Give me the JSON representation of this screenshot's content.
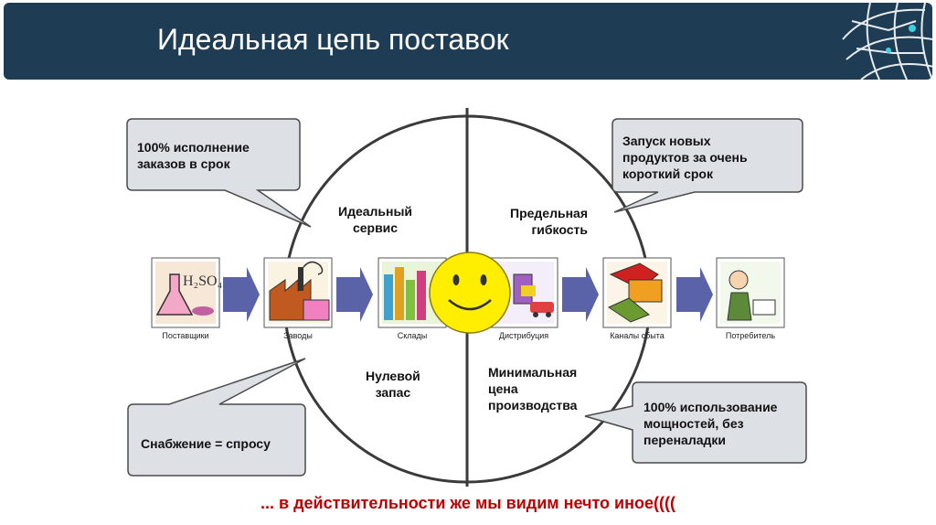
{
  "title": "Идеальная цепь поставок",
  "callouts": {
    "top_left": [
      "100% исполнение",
      "заказов в срок"
    ],
    "top_right": [
      "Запуск новых",
      "продуктов за очень",
      "короткий срок"
    ],
    "bottom_left": [
      "Снабжение = спросу"
    ],
    "bottom_right": [
      "100% использование",
      "мощностей, без",
      "переналадки"
    ]
  },
  "quadrants": {
    "top_left": [
      "Идеальный",
      "сервис"
    ],
    "top_right": [
      "Предельная",
      "гибкость"
    ],
    "bottom_left": [
      "Нулевой",
      "запас"
    ],
    "bottom_right": [
      "Минимальная",
      "цена",
      "производства"
    ]
  },
  "stages": [
    "Поставщики",
    "Заводы",
    "Склады",
    "Дистрибуция",
    "Каналы сбыта",
    "Потребитель"
  ],
  "footer": "... в действительности же мы видим нечто иное((((",
  "colors": {
    "header_bg": "#1e3d55",
    "callout_bg": "#dde1e6",
    "arrow": "#5a62a8",
    "smiley": "#ffee00",
    "footer_text": "#c00000"
  }
}
